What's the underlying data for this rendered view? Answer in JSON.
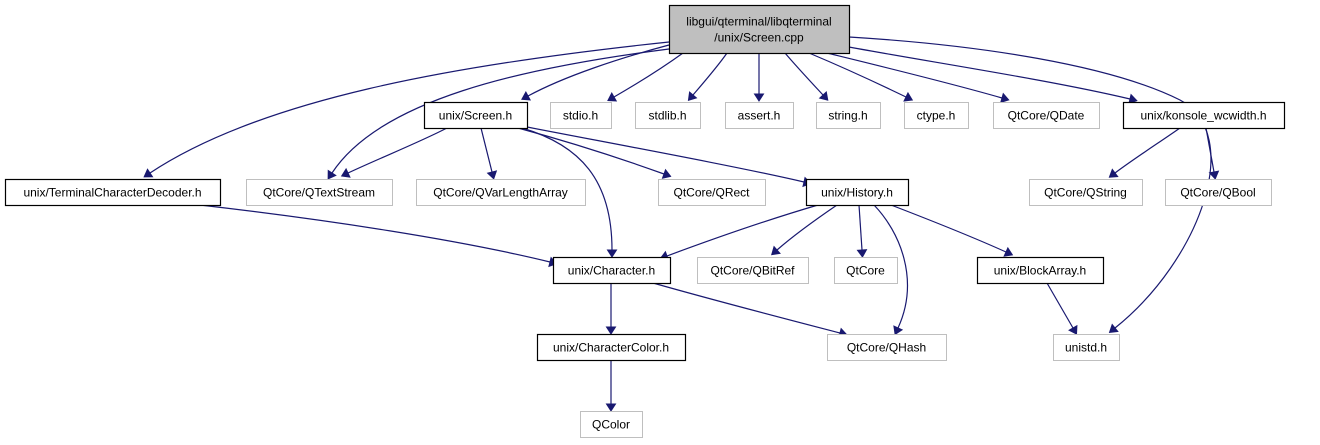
{
  "diagram": {
    "type": "include-dependency-graph",
    "colors": {
      "edge": "#191970",
      "root_fill": "#bfbfbf",
      "root_border": "#000000",
      "documented_border": "#000000",
      "undocumented_border": "#bfbfbf",
      "node_fill": "#ffffff"
    },
    "nodes": [
      {
        "id": "root",
        "lines": [
          "libgui/qterminal/libqterminal",
          "/unix/Screen.cpp"
        ],
        "kind": "root"
      },
      {
        "id": "screen_h",
        "lines": [
          "unix/Screen.h"
        ],
        "kind": "documented"
      },
      {
        "id": "stdio",
        "lines": [
          "stdio.h"
        ],
        "kind": "external"
      },
      {
        "id": "stdlib",
        "lines": [
          "stdlib.h"
        ],
        "kind": "external"
      },
      {
        "id": "assert",
        "lines": [
          "assert.h"
        ],
        "kind": "external"
      },
      {
        "id": "string",
        "lines": [
          "string.h"
        ],
        "kind": "external"
      },
      {
        "id": "ctype",
        "lines": [
          "ctype.h"
        ],
        "kind": "external"
      },
      {
        "id": "qdate",
        "lines": [
          "QtCore/QDate"
        ],
        "kind": "external"
      },
      {
        "id": "konsole",
        "lines": [
          "unix/konsole_wcwidth.h"
        ],
        "kind": "documented"
      },
      {
        "id": "tcd",
        "lines": [
          "unix/TerminalCharacterDecoder.h"
        ],
        "kind": "documented"
      },
      {
        "id": "qtextstream",
        "lines": [
          "QtCore/QTextStream"
        ],
        "kind": "external"
      },
      {
        "id": "qvarlen",
        "lines": [
          "QtCore/QVarLengthArray"
        ],
        "kind": "external"
      },
      {
        "id": "qrect",
        "lines": [
          "QtCore/QRect"
        ],
        "kind": "external"
      },
      {
        "id": "history",
        "lines": [
          "unix/History.h"
        ],
        "kind": "documented"
      },
      {
        "id": "qstring",
        "lines": [
          "QtCore/QString"
        ],
        "kind": "external"
      },
      {
        "id": "qbool",
        "lines": [
          "QtCore/QBool"
        ],
        "kind": "external"
      },
      {
        "id": "character",
        "lines": [
          "unix/Character.h"
        ],
        "kind": "documented"
      },
      {
        "id": "qbitref",
        "lines": [
          "QtCore/QBitRef"
        ],
        "kind": "external"
      },
      {
        "id": "qtcore",
        "lines": [
          "QtCore"
        ],
        "kind": "external"
      },
      {
        "id": "blockarray",
        "lines": [
          "unix/BlockArray.h"
        ],
        "kind": "documented"
      },
      {
        "id": "charcolor",
        "lines": [
          "unix/CharacterColor.h"
        ],
        "kind": "documented"
      },
      {
        "id": "qhash",
        "lines": [
          "QtCore/QHash"
        ],
        "kind": "external"
      },
      {
        "id": "unistd",
        "lines": [
          "unistd.h"
        ],
        "kind": "external"
      },
      {
        "id": "qcolor",
        "lines": [
          "QColor"
        ],
        "kind": "external"
      }
    ],
    "edges": [
      {
        "from": "root",
        "to": "screen_h"
      },
      {
        "from": "root",
        "to": "stdio"
      },
      {
        "from": "root",
        "to": "stdlib"
      },
      {
        "from": "root",
        "to": "assert"
      },
      {
        "from": "root",
        "to": "string"
      },
      {
        "from": "root",
        "to": "ctype"
      },
      {
        "from": "root",
        "to": "qdate"
      },
      {
        "from": "root",
        "to": "konsole"
      },
      {
        "from": "root",
        "to": "tcd"
      },
      {
        "from": "root",
        "to": "qtextstream"
      },
      {
        "from": "root",
        "to": "unistd"
      },
      {
        "from": "screen_h",
        "to": "qtextstream"
      },
      {
        "from": "screen_h",
        "to": "qvarlen"
      },
      {
        "from": "screen_h",
        "to": "qrect"
      },
      {
        "from": "screen_h",
        "to": "history"
      },
      {
        "from": "screen_h",
        "to": "character"
      },
      {
        "from": "konsole",
        "to": "qstring"
      },
      {
        "from": "konsole",
        "to": "qbool"
      },
      {
        "from": "tcd",
        "to": "character"
      },
      {
        "from": "history",
        "to": "character"
      },
      {
        "from": "history",
        "to": "qbitref"
      },
      {
        "from": "history",
        "to": "qtcore"
      },
      {
        "from": "history",
        "to": "qhash"
      },
      {
        "from": "history",
        "to": "blockarray"
      },
      {
        "from": "character",
        "to": "charcolor"
      },
      {
        "from": "character",
        "to": "qhash"
      },
      {
        "from": "blockarray",
        "to": "unistd"
      },
      {
        "from": "charcolor",
        "to": "qcolor"
      }
    ]
  }
}
